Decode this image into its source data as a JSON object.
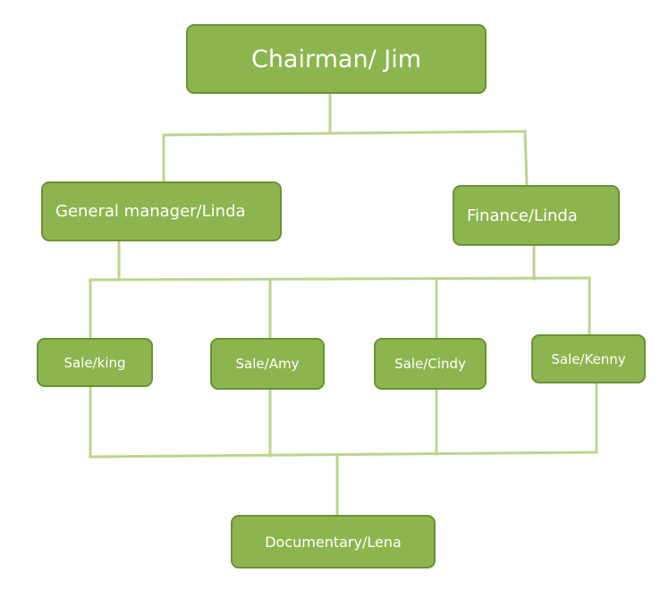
{
  "org_chart": {
    "chairman": "Chairman/ Jim",
    "general_manager": "General manager/Linda",
    "finance": "Finance/Linda",
    "sales": [
      "Sale/king",
      "Sale/Amy",
      "Sale/Cindy",
      "Sale/Kenny"
    ],
    "documentary": "Documentary/Lena"
  },
  "colors": {
    "box_fill": "#8db54f",
    "box_border": "#6a9234",
    "connector": "#bcd58e",
    "text": "#ffffff"
  }
}
